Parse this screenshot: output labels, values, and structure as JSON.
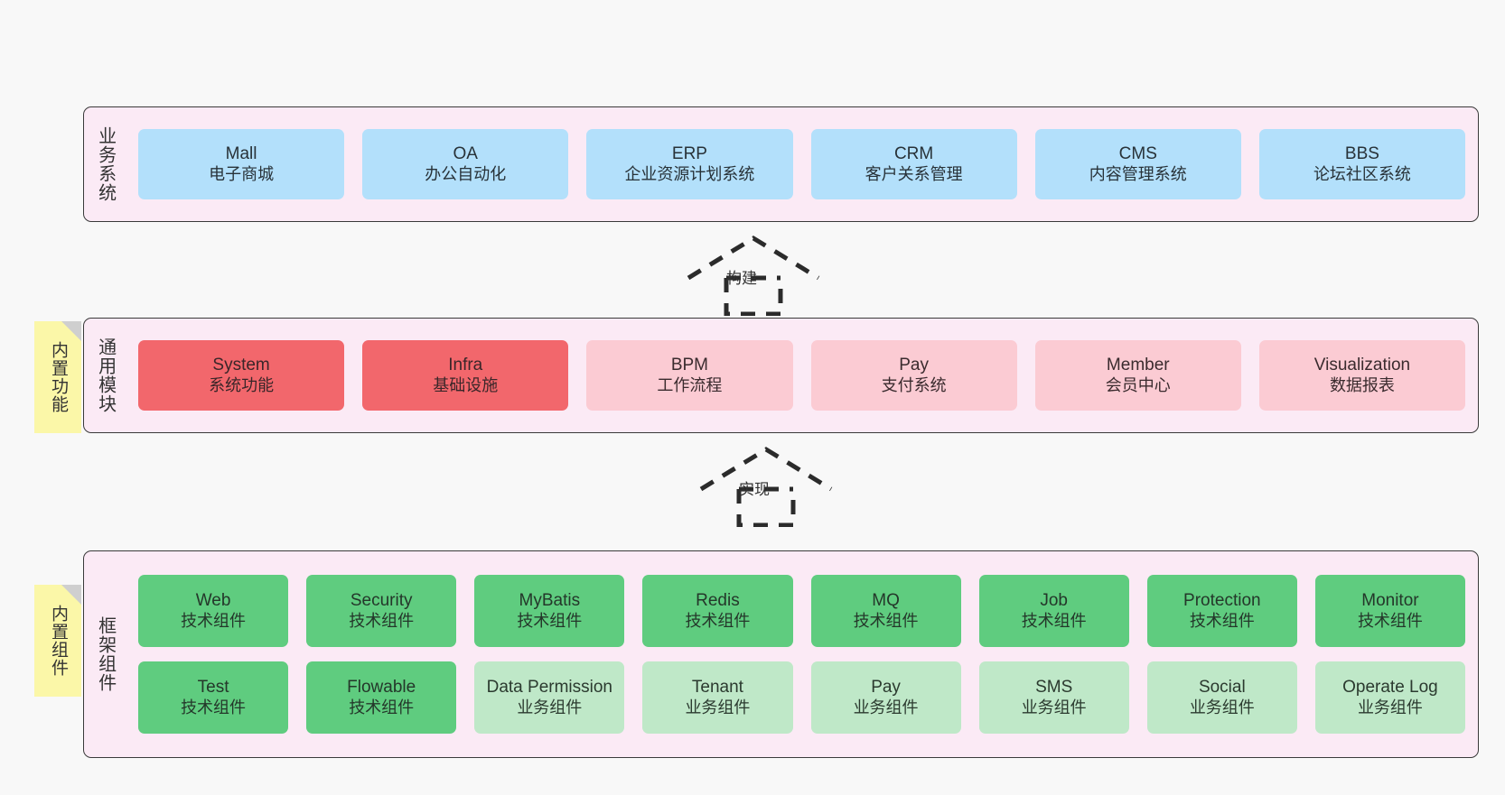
{
  "diagram": {
    "title_note_1": "内置功能",
    "title_note_2": "内置组件",
    "background": "#f8f8f8",
    "colors": {
      "band": "#fbeaf5",
      "blue": "#b3e0fb",
      "red": "#f2676c",
      "pink": "#fbcbd3",
      "green": "#5fcc7f",
      "green_light": "#bfe8c8",
      "note": "#fbf7a8",
      "stroke": "#3a3a3a"
    }
  },
  "business_layer": {
    "label": "业务系统",
    "items": [
      {
        "en": "Mall",
        "cn": "电子商城",
        "style": "c-blue"
      },
      {
        "en": "OA",
        "cn": "办公自动化",
        "style": "c-blue"
      },
      {
        "en": "ERP",
        "cn": "企业资源计划系统",
        "style": "c-blue"
      },
      {
        "en": "CRM",
        "cn": "客户关系管理",
        "style": "c-blue"
      },
      {
        "en": "CMS",
        "cn": "内容管理系统",
        "style": "c-blue"
      },
      {
        "en": "BBS",
        "cn": "论坛社区系统",
        "style": "c-blue"
      }
    ]
  },
  "arrow_build": {
    "label": "构建"
  },
  "module_layer": {
    "label": "通用模块",
    "note": "内置功能",
    "items": [
      {
        "en": "System",
        "cn": "系统功能",
        "style": "c-red"
      },
      {
        "en": "Infra",
        "cn": "基础设施",
        "style": "c-red"
      },
      {
        "en": "BPM",
        "cn": "工作流程",
        "style": "c-pink"
      },
      {
        "en": "Pay",
        "cn": "支付系统",
        "style": "c-pink"
      },
      {
        "en": "Member",
        "cn": "会员中心",
        "style": "c-pink"
      },
      {
        "en": "Visualization",
        "cn": "数据报表",
        "style": "c-pink"
      }
    ]
  },
  "arrow_impl": {
    "label": "实现"
  },
  "framework_layer": {
    "label": "框架组件",
    "note": "内置组件",
    "row1": [
      {
        "en": "Web",
        "cn": "技术组件",
        "style": "c-green"
      },
      {
        "en": "Security",
        "cn": "技术组件",
        "style": "c-green"
      },
      {
        "en": "MyBatis",
        "cn": "技术组件",
        "style": "c-green"
      },
      {
        "en": "Redis",
        "cn": "技术组件",
        "style": "c-green"
      },
      {
        "en": "MQ",
        "cn": "技术组件",
        "style": "c-green"
      },
      {
        "en": "Job",
        "cn": "技术组件",
        "style": "c-green"
      },
      {
        "en": "Protection",
        "cn": "技术组件",
        "style": "c-green"
      },
      {
        "en": "Monitor",
        "cn": "技术组件",
        "style": "c-green"
      }
    ],
    "row2": [
      {
        "en": "Test",
        "cn": "技术组件",
        "style": "c-green"
      },
      {
        "en": "Flowable",
        "cn": "技术组件",
        "style": "c-green"
      },
      {
        "en": "Data Permission",
        "cn": "业务组件",
        "style": "c-greenlite"
      },
      {
        "en": "Tenant",
        "cn": "业务组件",
        "style": "c-greenlite"
      },
      {
        "en": "Pay",
        "cn": "业务组件",
        "style": "c-greenlite"
      },
      {
        "en": "SMS",
        "cn": "业务组件",
        "style": "c-greenlite"
      },
      {
        "en": "Social",
        "cn": "业务组件",
        "style": "c-greenlite"
      },
      {
        "en": "Operate Log",
        "cn": "业务组件",
        "style": "c-greenlite"
      }
    ]
  }
}
